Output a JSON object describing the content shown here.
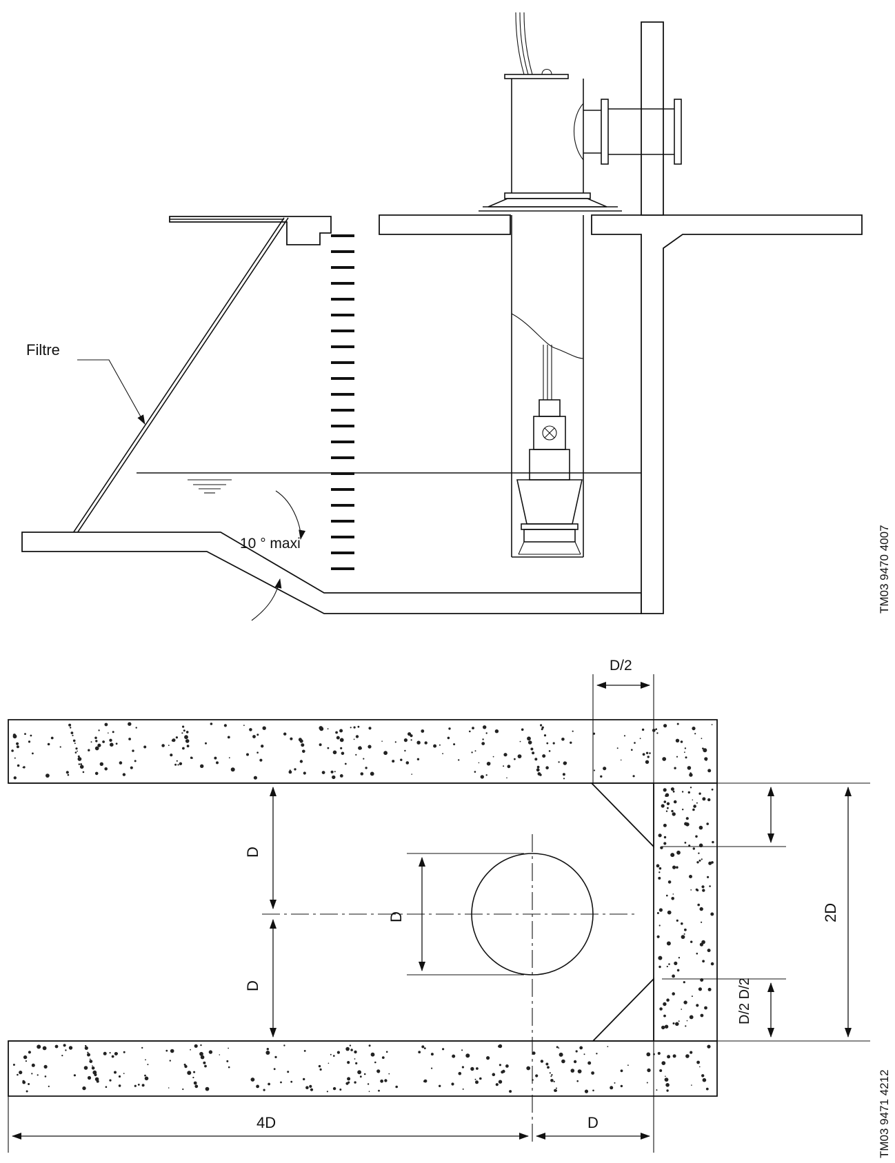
{
  "labels": {
    "filtre": "Filtre",
    "angle": "10 ° maxi",
    "ref_top": "TM03 9470 4007",
    "ref_bottom": "TM03 9471 4212",
    "dim_half_top": "D/2",
    "dim_d_upper": "D",
    "dim_d_lower": "D",
    "dim_d_circle": "D",
    "dim_2d": "2D",
    "dim_half_side": "D/2 D/2",
    "dim_4d": "4D",
    "dim_d_bottom": "D"
  },
  "colors": {
    "line": "#111111",
    "background": "#ffffff"
  }
}
